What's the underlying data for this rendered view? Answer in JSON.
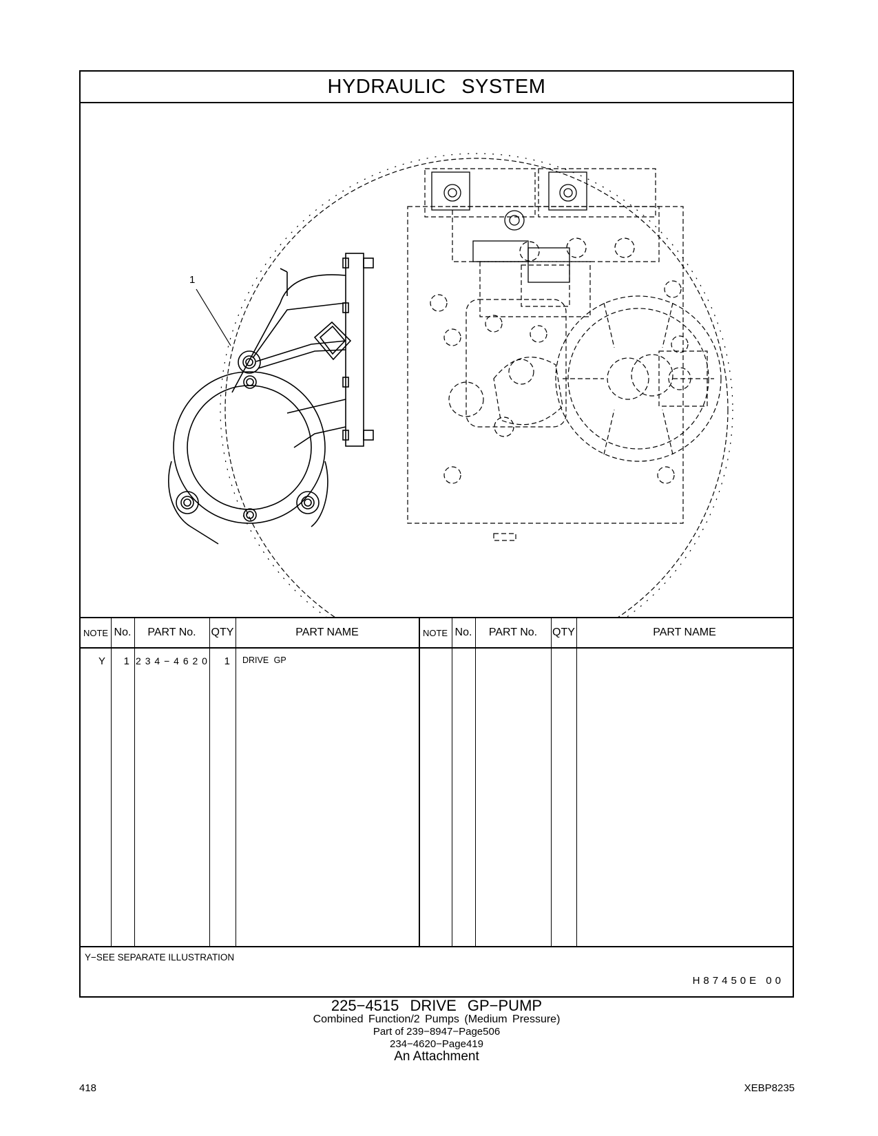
{
  "header": {
    "title": "HYDRAULIC SYSTEM"
  },
  "illustration": {
    "callouts": [
      "1"
    ]
  },
  "parts_table": {
    "columns": [
      "NOTE",
      "No.",
      "PART No.",
      "QTY",
      "PART NAME"
    ],
    "rows": [
      {
        "note": "Y",
        "no": "1",
        "part_no": "2 3 4 − 4 6 2 0",
        "qty": "1",
        "part_name": "DRIVE GP"
      }
    ]
  },
  "footnote": "Y−SEE SEPARATE ILLUSTRATION",
  "reference_code": "H87450E 00",
  "caption": {
    "line1": "225−4515 DRIVE GP−PUMP",
    "line2": "Combined Function/2 Pumps (Medium Pressure)",
    "line3": "Part of 239−8947−Page506",
    "line4": "234−4620−Page419",
    "line5": "An Attachment"
  },
  "footer": {
    "page_number": "418",
    "doc_id": "XEBP8235"
  }
}
